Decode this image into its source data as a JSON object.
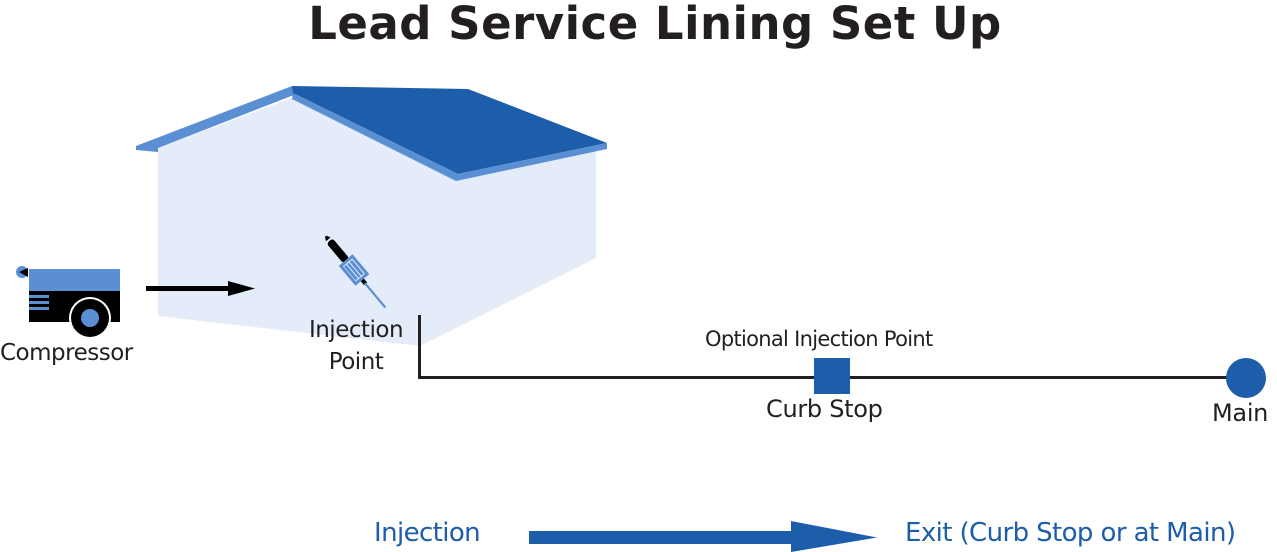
{
  "title": "Lead Service Lining Set Up",
  "colors": {
    "roof_dark": "#1d5eaa",
    "roof_light": "#5b8fd4",
    "wall": "#e3ecf8",
    "pipe": "#231f20",
    "accent": "#1d5eaa",
    "compressor_body": "#5b8fd4",
    "compressor_base": "#000000",
    "text": "#231f20"
  },
  "components": {
    "compressor": {
      "label": "Compressor",
      "icon": "compressor-icon"
    },
    "injection_point": {
      "label_line1": "Injection",
      "label_line2": "Point",
      "icon": "injection-gun-icon"
    },
    "optional_injection": {
      "label": "Optional Injection Point"
    },
    "curb_stop": {
      "label": "Curb Stop",
      "icon": "square-marker-icon"
    },
    "main": {
      "label": "Main",
      "icon": "circle-marker-icon"
    },
    "house": {
      "icon": "house-icon"
    }
  },
  "flow_legend": {
    "start_label": "Injection",
    "end_label": "Exit (Curb Stop or at Main)",
    "icon": "arrow-right-icon"
  }
}
